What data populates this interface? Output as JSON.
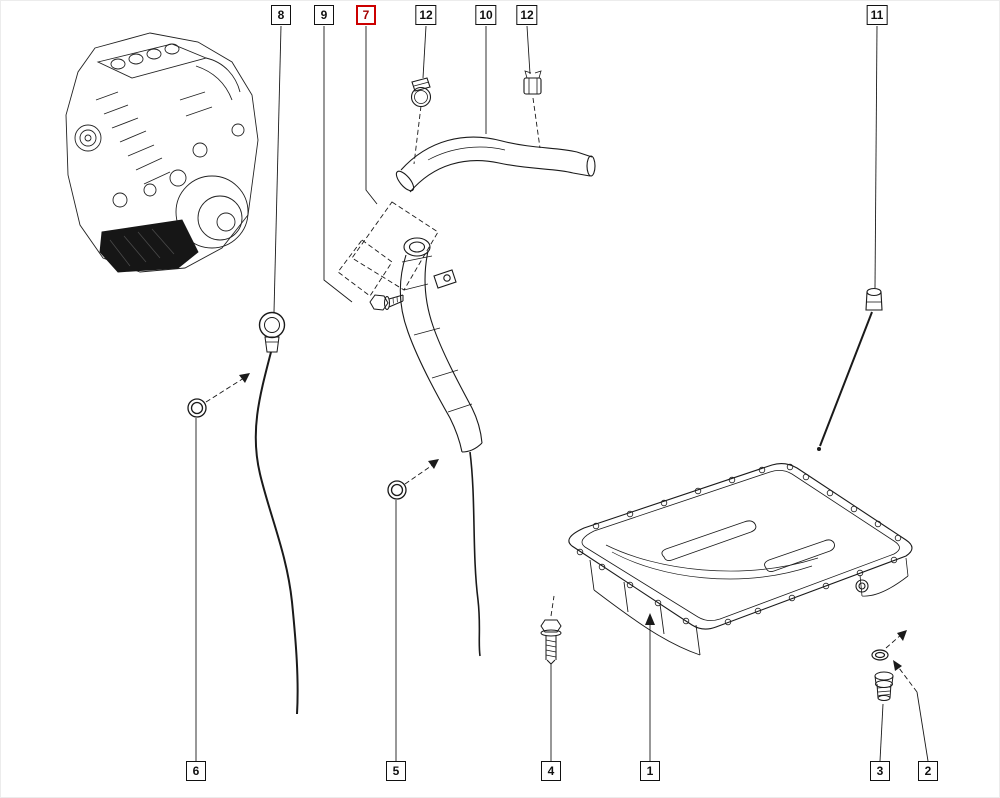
{
  "diagram": {
    "background_color": "#ffffff",
    "line_color": "#1a1a1a",
    "highlight_color": "#cc0000",
    "callouts_top": [
      {
        "label": "8",
        "highlighted": false
      },
      {
        "label": "9",
        "highlighted": false
      },
      {
        "label": "7",
        "highlighted": true
      },
      {
        "label": "12",
        "highlighted": false
      },
      {
        "label": "10",
        "highlighted": false
      },
      {
        "label": "12",
        "highlighted": false
      },
      {
        "label": "11",
        "highlighted": false
      }
    ],
    "callouts_bottom": [
      {
        "label": "6",
        "highlighted": false
      },
      {
        "label": "5",
        "highlighted": false
      },
      {
        "label": "4",
        "highlighted": false
      },
      {
        "label": "1",
        "highlighted": false
      },
      {
        "label": "3",
        "highlighted": false
      },
      {
        "label": "2",
        "highlighted": false
      }
    ]
  }
}
